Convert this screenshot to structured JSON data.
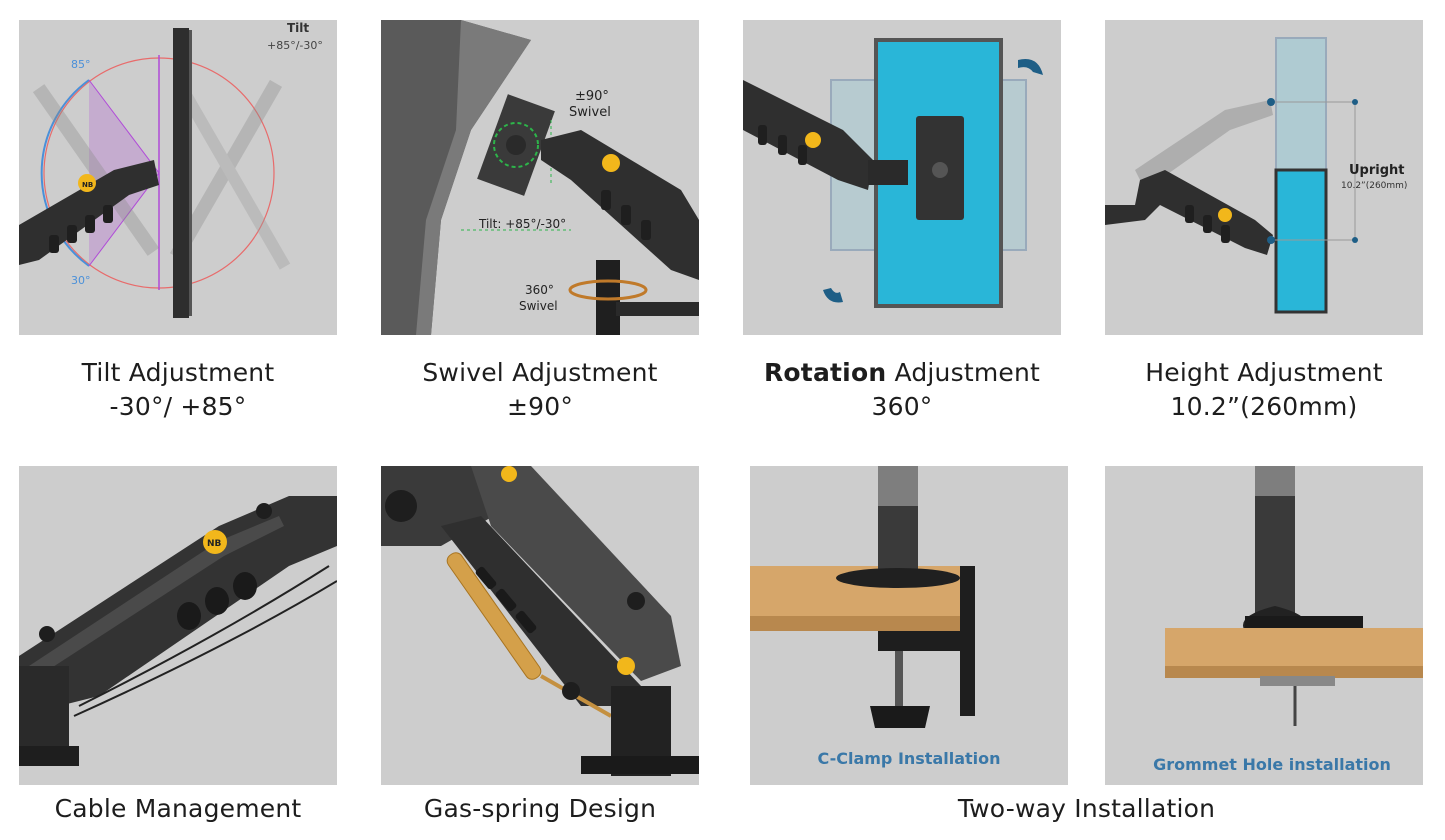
{
  "tiles": {
    "tilt": {
      "caption_line1": "Tilt Adjustment",
      "caption_line2": "-30°/ +85°",
      "label_title": "Tilt",
      "label_range": "+85°/-30°",
      "label_85": "85°",
      "label_30": "30°"
    },
    "swivel": {
      "caption_line1": "Swivel Adjustment",
      "caption_line2": "±90°",
      "label_swivel_deg": "±90°",
      "label_swivel": "Swivel",
      "label_tilt": "Tilt: +85°/-30°",
      "label_360": "360°",
      "label_360_swivel": "Swivel"
    },
    "rotation": {
      "caption_bold": "Rotation",
      "caption_rest": " Adjustment",
      "caption_line2": "360°"
    },
    "height": {
      "caption_line1": "Height Adjustment",
      "caption_line2": "10.2”(260mm)",
      "label_upright": "Upright",
      "label_measure": "10.2”(260mm)"
    },
    "cable": {
      "caption": "Cable Management"
    },
    "gas": {
      "caption": "Gas-spring Design"
    },
    "install": {
      "caption": "Two-way Installation",
      "clamp_label": "C-Clamp Installation",
      "grommet_label": "Grommet Hole installation"
    }
  },
  "colors": {
    "tile_bg": "#cdcdcd",
    "arm": "#2e2e2e",
    "screen_blue": "#29b6d8",
    "label_blue": "#3a78a8",
    "wood": "#d6a66a",
    "badge": "#f2b71b",
    "purple": "#b04bd8",
    "guide_green": "#2db54a"
  }
}
